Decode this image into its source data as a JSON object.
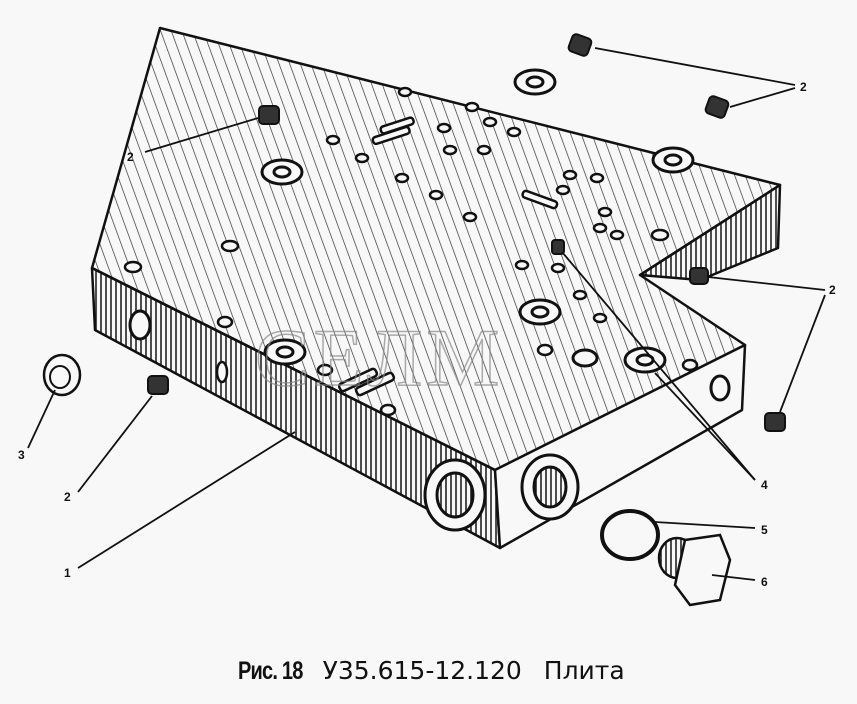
{
  "figure": {
    "label": "Рис. 18",
    "part_number": "У35.615-12.120",
    "title": "Плита"
  },
  "watermark": "СЕЛМ",
  "callouts": {
    "c2a": "2",
    "c2b": "2",
    "c2c": "2",
    "c3": "3",
    "c2d": "2",
    "c1": "1",
    "c4": "4",
    "c5": "5",
    "c6": "6"
  }
}
